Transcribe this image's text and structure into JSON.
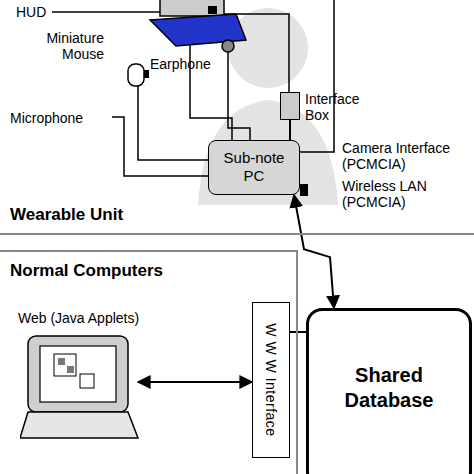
{
  "diagram": {
    "nodes": [
      {
        "text": [
          "Wearable Unit"
        ]
      },
      {
        "text": [
          "Interface Box"
        ],
        "in": 0
      },
      {
        "text": [
          "Sub-note PC"
        ],
        "in": 0
      },
      {
        "text": [
          "Normal Computers"
        ]
      },
      {
        "text": [
          "Web (Java Applets)"
        ],
        "in": 3
      },
      {
        "text": [
          "W W W Interface"
        ],
        "in": 3
      },
      {
        "text": [
          "Shared Database"
        ]
      }
    ],
    "edges": [
      {
        "from": 1,
        "to": 2,
        "arrow": "none"
      },
      {
        "from": 2,
        "to": 6,
        "arrow": "both"
      },
      {
        "from": 4,
        "to": 5,
        "arrow": "both"
      },
      {
        "from": 5,
        "to": 6,
        "arrow": "none"
      }
    ],
    "labels": [
      "HUD",
      "Miniature Mouse",
      "Microphone",
      "Earphone",
      "Camera Interface (PCMCIA)",
      "Wireless LAN (PCMCIA)"
    ]
  }
}
